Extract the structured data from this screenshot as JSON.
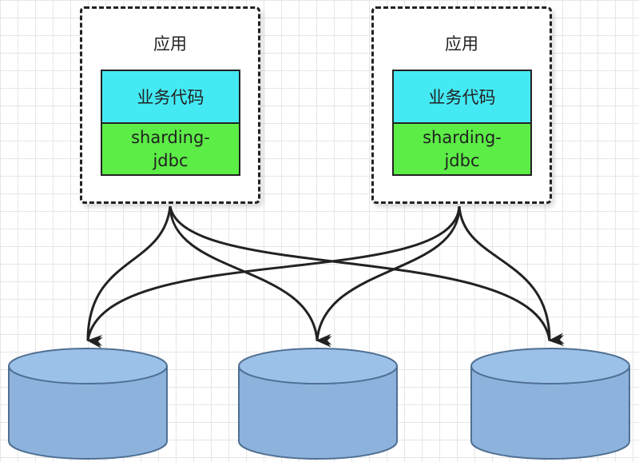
{
  "apps": [
    {
      "title": "应用",
      "business_code": "业务代码",
      "middleware": "sharding-\njdbc"
    },
    {
      "title": "应用",
      "business_code": "业务代码",
      "middleware": "sharding-\njdbc"
    }
  ],
  "databases": 3,
  "colors": {
    "business_fill": "#44eaf3",
    "middleware_fill": "#5ced46",
    "database_fill": "#8db3dc",
    "database_top": "#9cc1e8",
    "outline": "#222222"
  }
}
